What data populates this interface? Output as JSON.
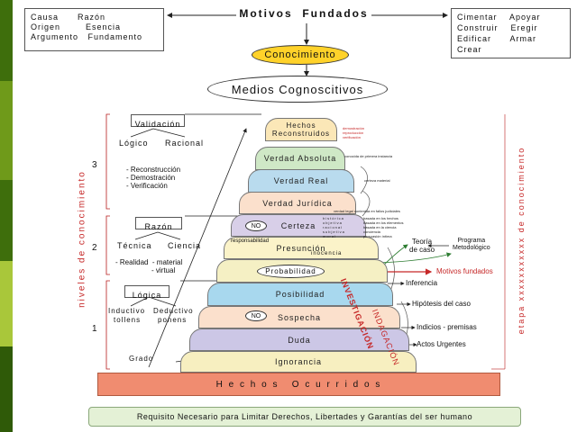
{
  "colors": {
    "sidebar": [
      "#3e6e0c",
      "#6f9a1a",
      "#a9c73a",
      "#2f5a08"
    ],
    "tiers": [
      "#fbe7b7",
      "#cfe8c6",
      "#b9dbee",
      "#b9dbee",
      "#fbe0cc",
      "#d8cfe8",
      "#fbf3c9",
      "#f5f0c4",
      "#a8d8ee",
      "#fbe0cc",
      "#ccc7e6",
      "#f7efc0"
    ],
    "base": "#f08c70",
    "conocimiento": "#ffd22a",
    "requisito": "#e4f1d6",
    "accent_red": "#c62828"
  },
  "top": {
    "left_box": [
      "Causa      Razón",
      "Origen        Esencia",
      "Argumento   Fundamento"
    ],
    "title": "Motivos  Fundados",
    "right_box": [
      "Cimentar    Apoyar",
      "Construir    Eregir",
      "Edificar      Armar",
      "Crear"
    ],
    "conocimiento": "Conocimiento",
    "medios": "Medios Cognoscitivos"
  },
  "left": {
    "niveles": "niveles de conocimiento",
    "level3": "3",
    "level2": "2",
    "level1": "1",
    "validacion": "Validación",
    "logico": "Lógico",
    "racional": "Racional",
    "validacion_items": [
      "- Reconstrucción",
      "- Demostración",
      "- Verificación"
    ],
    "razon": "Razón",
    "tecnica": "Técnica",
    "ciencia": "Ciencia",
    "realidad": "- Realidad  - material",
    "virtual": "- virtual",
    "logica": "Lógica",
    "inductivo": "Inductivo",
    "deductivo": "Deductivo",
    "tollens": "tollens",
    "ponens": "ponens",
    "grado": "Grado"
  },
  "pyramid": {
    "hechos_reconstruidos": [
      "Hechos",
      "Reconstruidos"
    ],
    "tiers": [
      "Verdad Absoluta",
      "Verdad Real",
      "Verdad Jurídica",
      "Certeza",
      "Presunción",
      "Probabilidad",
      "Posibilidad",
      "Sospecha",
      "Duda",
      "Ignorancia"
    ],
    "no1": "NO",
    "no2": "NO",
    "responsabilidad": "responsabilidad",
    "inocencia": "inocencia",
    "base": "H e c h o s   O c u r r i d o s",
    "investigacion": "INVESTIGACIÓN",
    "indagacion": "INDAGACIÓN"
  },
  "right": {
    "etapa": "etapa xxxxxxxxxxx de conocimiento",
    "hechos_notes": [
      "demostración",
      "reproducción",
      "verificación"
    ],
    "absoluta_note": "conocida de primera instancia",
    "real_note": "certeza material",
    "juridica_note": "verdad legal contenida en fallos judiciales",
    "certeza_notes": [
      "histórica",
      "objetiva",
      "racional",
      "subjetiva",
      "moral"
    ],
    "certeza_notes_b": [
      "basada en los hechos",
      "basada en los elementos",
      "basada en la ciencia",
      "conciencia",
      "persuasión íntima"
    ],
    "teoria": [
      "Teoría",
      "de caso"
    ],
    "programa": [
      "Programa",
      "Metodológico"
    ],
    "motivos_fundados": "Motivos fundados",
    "inferencia": "Inferencia",
    "hipotesis": "Hipótesis del caso",
    "indicios": "Indicios - premisas",
    "actos_urgentes": "Actos Urgentes"
  },
  "bottom": {
    "requisito": "Requisito Necesario para Limitar Derechos, Libertades y Garantías del ser humano"
  }
}
